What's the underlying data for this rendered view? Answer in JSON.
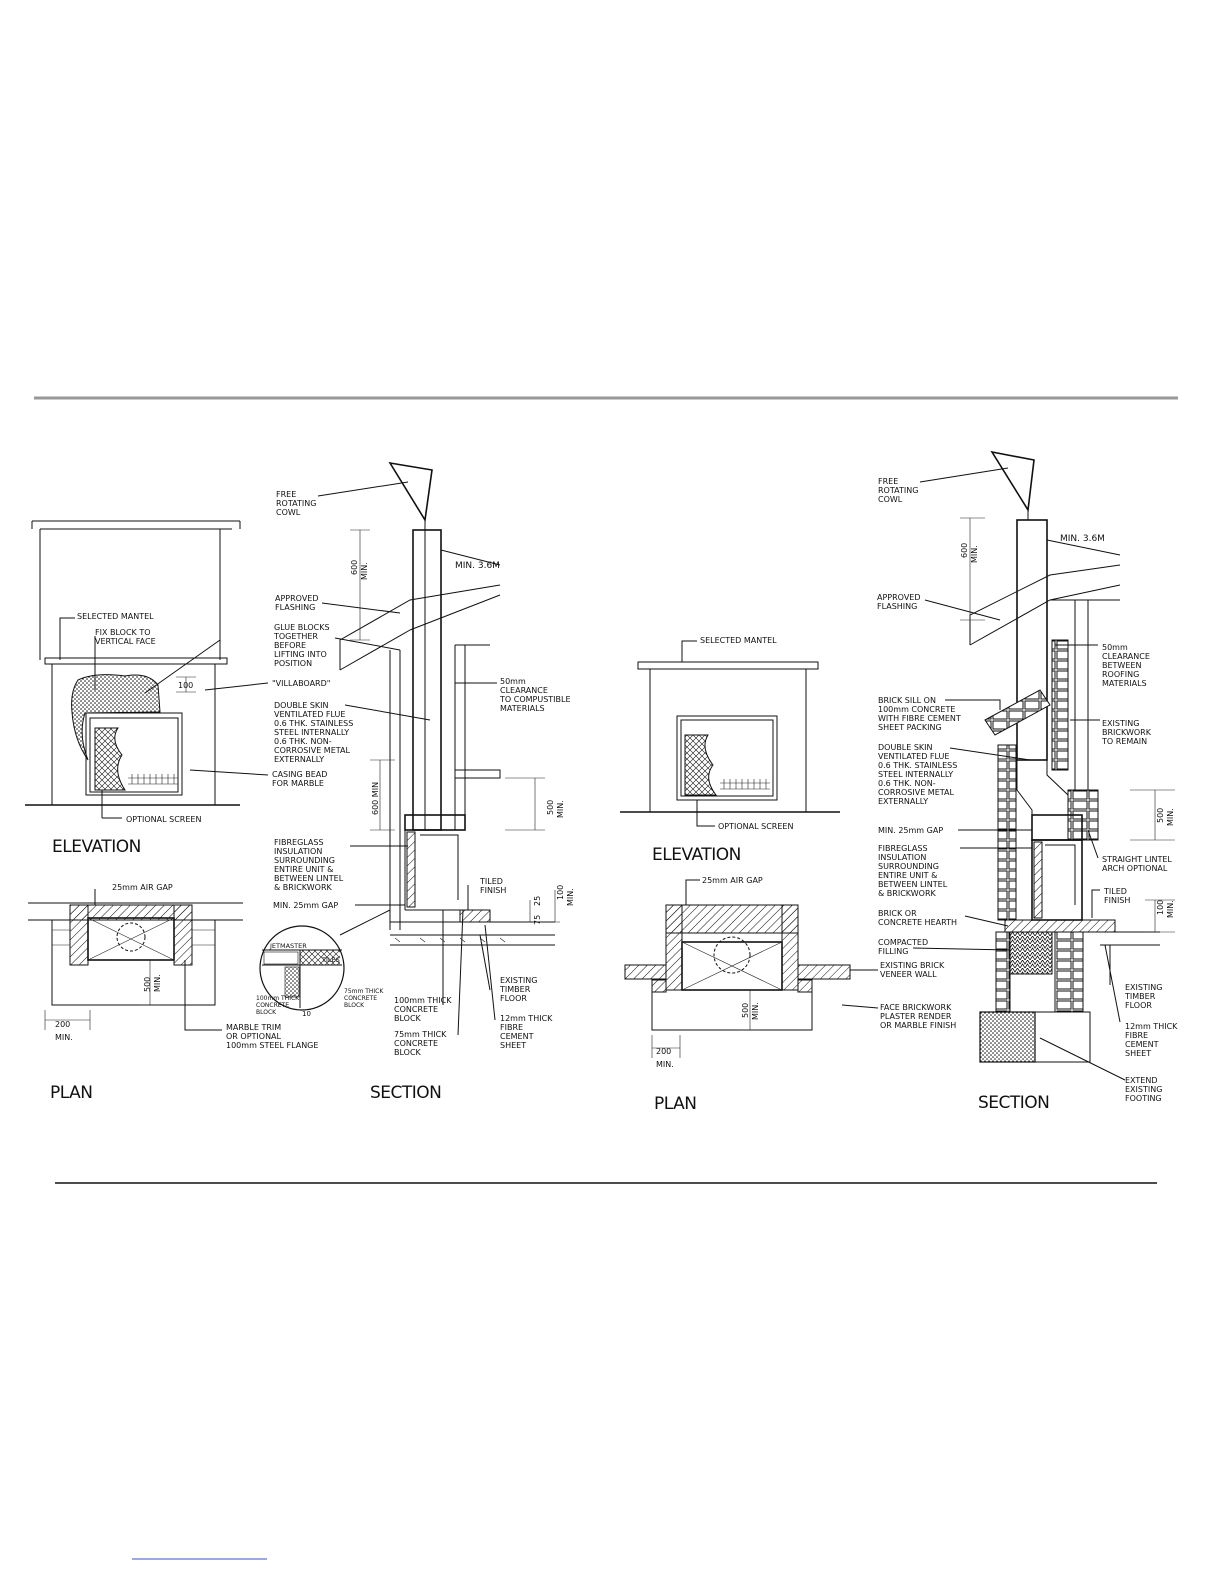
{
  "left": {
    "elevation": {
      "title": "ELEVATION",
      "labels": {
        "selected_mantel": "SELECTED MANTEL",
        "fix_block_1": "FIX BLOCK TO",
        "fix_block_2": "VERTICAL FACE",
        "villaboard": "\"VILLABOARD\"",
        "casing_1": "CASING BEAD",
        "casing_2": "FOR MARBLE",
        "optional_screen": "OPTIONAL SCREEN",
        "dim_100": "100"
      }
    },
    "plan": {
      "title": "PLAN",
      "labels": {
        "air_gap": "25mm AIR GAP",
        "dim_500": "500",
        "dim_min": "MIN.",
        "dim_200": "200",
        "dim_200_min": "MIN.",
        "marble_1": "MARBLE TRIM",
        "marble_2": "OR OPTIONAL",
        "marble_3": "100mm STEEL FLANGE"
      }
    },
    "section": {
      "title": "SECTION",
      "labels": {
        "cowl_1": "FREE",
        "cowl_2": "ROTATING",
        "cowl_3": "COWL",
        "dim_600": "600",
        "dim_600_min": "MIN.",
        "min_36": "MIN. 3.6M",
        "flashing_1": "APPROVED",
        "flashing_2": "FLASHING",
        "glue_1": "GLUE BLOCKS",
        "glue_2": "TOGETHER",
        "glue_3": "BEFORE",
        "glue_4": "LIFTING INTO",
        "glue_5": "POSITION",
        "clear_1": "50mm",
        "clear_2": "CLEARANCE",
        "clear_3": "TO COMPUSTIBLE",
        "clear_4": "MATERIALS",
        "flue_1": "DOUBLE SKIN",
        "flue_2": "VENTILATED FLUE",
        "flue_3": "0.6 THK. STAINLESS",
        "flue_4": "STEEL INTERNALLY",
        "flue_5": "0.6 THK. NON-",
        "flue_6": "CORROSIVE METAL",
        "flue_7": "EXTERNALLY",
        "dim_600v": "600 MIN",
        "dim_500v": "500",
        "dim_500v_min": "MIN.",
        "fibre_1": "FIBREGLASS",
        "fibre_2": "INSULATION",
        "fibre_3": "SURROUNDING",
        "fibre_4": "ENTIRE UNIT &",
        "fibre_5": "BETWEEN LINTEL",
        "fibre_6": "& BRICKWORK",
        "tiled_1": "TILED",
        "tiled_2": "FINISH",
        "gap": "MIN. 25mm GAP",
        "dim_25": "25",
        "dim_75": "75",
        "dim_100": "100",
        "dim_100_min": "MIN.",
        "jetmaster": "JETMASTER",
        "tiles": "TILES",
        "cb100_1": "100mm THICK",
        "cb100_2": "CONCRETE",
        "cb100_3": "BLOCK",
        "cb75_1": "75mm THICK",
        "cb75_2": "CONCRETE",
        "cb75_3": "BLOCK",
        "dim_10": "10",
        "cbs100_1": "100mm THICK",
        "cbs100_2": "CONCRETE",
        "cbs100_3": "BLOCK",
        "cbs75_1": "75mm THICK",
        "cbs75_2": "CONCRETE",
        "cbs75_3": "BLOCK",
        "timber_1": "EXISTING",
        "timber_2": "TIMBER",
        "timber_3": "FLOOR",
        "sheet_1": "12mm THICK",
        "sheet_2": "FIBRE",
        "sheet_3": "CEMENT",
        "sheet_4": "SHEET"
      }
    }
  },
  "right": {
    "elevation": {
      "title": "ELEVATION",
      "labels": {
        "selected_mantel": "SELECTED MANTEL",
        "optional_screen": "OPTIONAL SCREEN"
      }
    },
    "plan": {
      "title": "PLAN",
      "labels": {
        "air_gap": "25mm AIR GAP",
        "dim_500": "500",
        "dim_min": "MIN.",
        "dim_200": "200",
        "dim_200_min": "MIN.",
        "veneer_1": "EXISTING BRICK",
        "veneer_2": "VENEER WALL",
        "face_1": "FACE BRICKWORK",
        "face_2": "PLASTER RENDER",
        "face_3": "OR MARBLE FINISH"
      }
    },
    "section": {
      "title": "SECTION",
      "labels": {
        "cowl_1": "FREE",
        "cowl_2": "ROTATING",
        "cowl_3": "COWL",
        "dim_600": "600",
        "dim_600_min": "MIN.",
        "min_36": "MIN. 3.6M",
        "flashing_1": "APPROVED",
        "flashing_2": "FLASHING",
        "clear_1": "50mm",
        "clear_2": "CLEARANCE",
        "clear_3": "BETWEEN",
        "clear_4": "ROOFING",
        "clear_5": "MATERIALS",
        "sill_1": "BRICK SILL ON",
        "sill_2": "100mm CONCRETE",
        "sill_3": "WITH FIBRE CEMENT",
        "sill_4": "SHEET PACKING",
        "existing_1": "EXISTING",
        "existing_2": "BRICKWORK",
        "existing_3": "TO REMAIN",
        "flue_1": "DOUBLE SKIN",
        "flue_2": "VENTILATED FLUE",
        "flue_3": "0.6 THK. STAINLESS",
        "flue_4": "STEEL INTERNALLY",
        "flue_5": "0.6 THK. NON-",
        "flue_6": "CORROSIVE METAL",
        "flue_7": "EXTERNALLY",
        "dim_500": "500",
        "dim_500_min": "MIN.",
        "gap": "MIN. 25mm GAP",
        "fibre_1": "FIBREGLASS",
        "fibre_2": "INSULATION",
        "fibre_3": "SURROUNDING",
        "fibre_4": "ENTIRE UNIT &",
        "fibre_5": "BETWEEN LINTEL",
        "fibre_6": "& BRICKWORK",
        "lintel_1": "STRAIGHT LINTEL",
        "lintel_2": "ARCH OPTIONAL",
        "tiled_1": "TILED",
        "tiled_2": "FINISH",
        "dim_100": "100",
        "dim_100_min": "MIN.",
        "hearth_1": "BRICK OR",
        "hearth_2": "CONCRETE HEARTH",
        "fill_1": "COMPACTED",
        "fill_2": "FILLING",
        "timber_1": "EXISTING",
        "timber_2": "TIMBER",
        "timber_3": "FLOOR",
        "sheet_1": "12mm THICK",
        "sheet_2": "FIBRE",
        "sheet_3": "CEMENT",
        "sheet_4": "SHEET",
        "footing_1": "EXTEND",
        "footing_2": "EXISTING",
        "footing_3": "FOOTING"
      }
    }
  }
}
